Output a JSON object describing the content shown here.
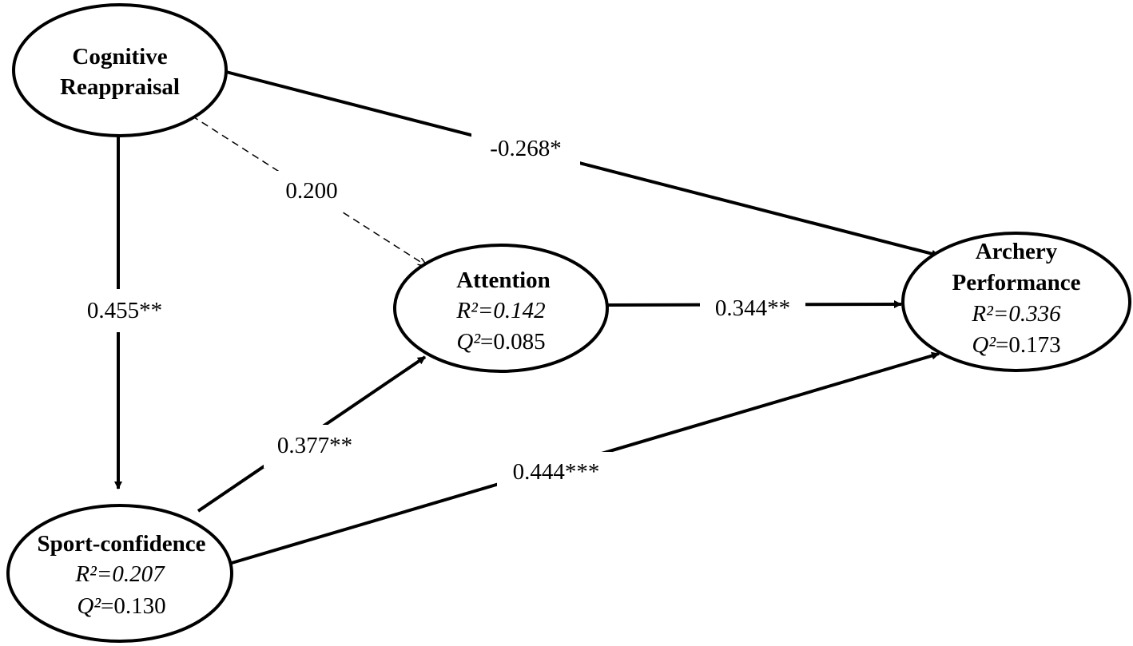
{
  "nodes": {
    "cognitive_reappraisal": {
      "title_line1": "Cognitive",
      "title_line2": "Reappraisal"
    },
    "attention": {
      "title": "Attention",
      "r2_symbol": "R²",
      "r2_value": "=0.142",
      "q2_symbol": "Q²",
      "q2_value": "=0.085"
    },
    "archery_performance": {
      "title_line1": "Archery",
      "title_line2": "Performance",
      "r2_symbol": "R²",
      "r2_value": "=0.336",
      "q2_symbol": "Q²",
      "q2_value": "=0.173"
    },
    "sport_confidence": {
      "title": "Sport-confidence",
      "r2_symbol": "R²",
      "r2_value": "=0.207",
      "q2_symbol": "Q²",
      "q2_value": "=0.130"
    }
  },
  "edges": [
    {
      "from": "Cognitive Reappraisal",
      "to": "Archery Performance",
      "label": "-0.268*",
      "style": "solid"
    },
    {
      "from": "Cognitive Reappraisal",
      "to": "Attention",
      "label": "0.200",
      "style": "dashed"
    },
    {
      "from": "Cognitive Reappraisal",
      "to": "Sport-confidence",
      "label": "0.455**",
      "style": "solid"
    },
    {
      "from": "Attention",
      "to": "Archery Performance",
      "label": "0.344**",
      "style": "solid"
    },
    {
      "from": "Sport-confidence",
      "to": "Attention",
      "label": "0.377**",
      "style": "solid"
    },
    {
      "from": "Sport-confidence",
      "to": "Archery Performance",
      "label": "0.444***",
      "style": "solid"
    }
  ]
}
